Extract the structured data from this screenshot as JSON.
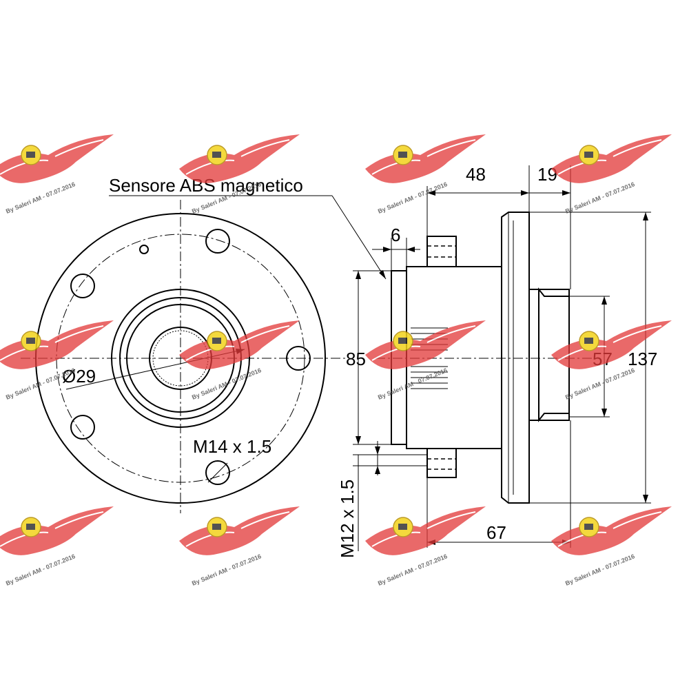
{
  "labels": {
    "abs_sensor": "Sensore ABS magnetico",
    "bore_diameter": "Ø29",
    "wheel_bolt": "M14 x 1.5",
    "stud_thread": "M12 x 1.5"
  },
  "dimensions": {
    "d48": "48",
    "d19": "19",
    "d6": "6",
    "d85": "85",
    "d57": "57",
    "d137": "137",
    "d67": "67"
  },
  "watermark": {
    "text": "By Saleri AM - 07.07.2016",
    "wing_color": "#e23a3a",
    "badge_color": "#f2d21b"
  }
}
